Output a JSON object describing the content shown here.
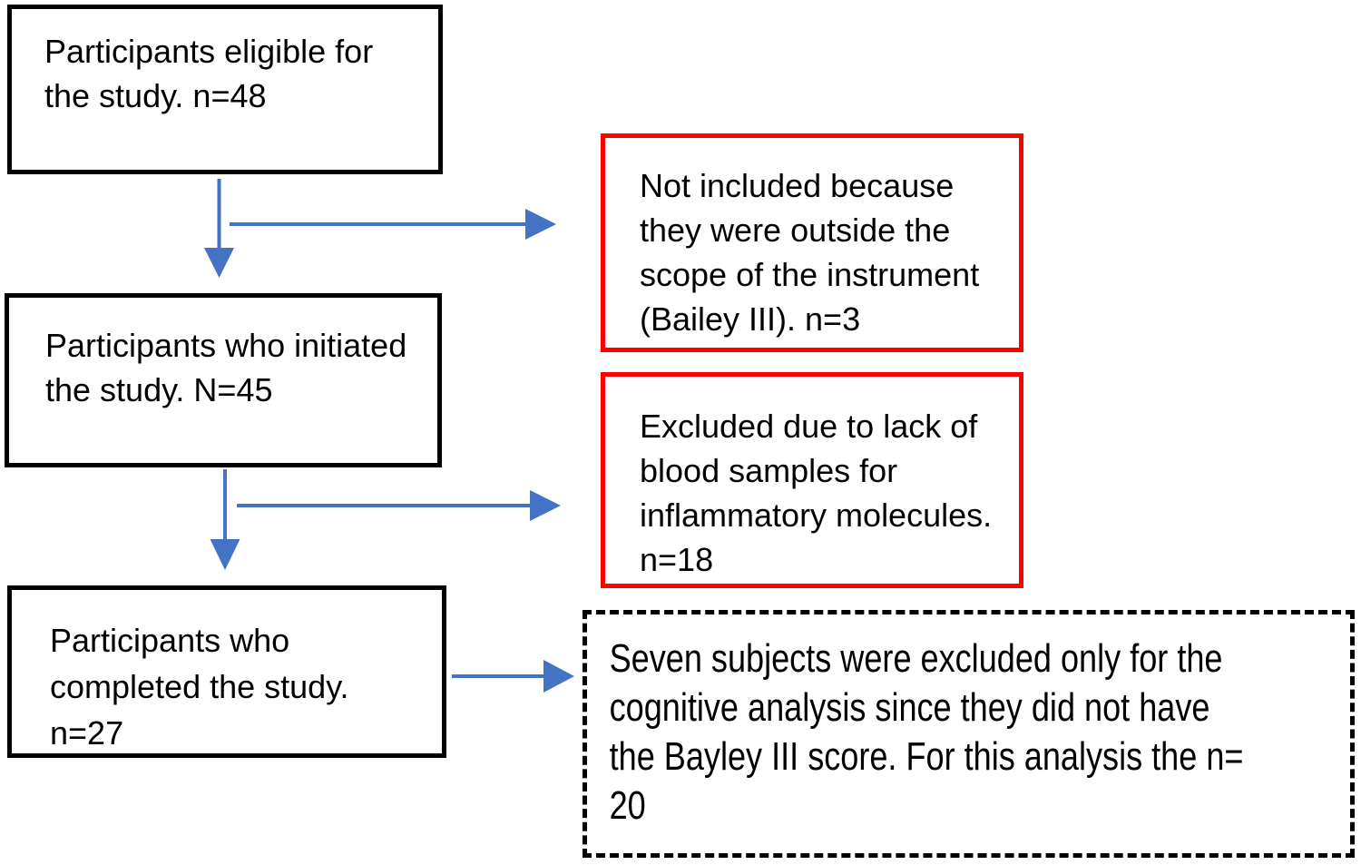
{
  "diagram": {
    "boxes": {
      "eligible": {
        "text": "Participants eligible for\nthe study. n=48"
      },
      "initiated": {
        "text": "Participants who initiated\nthe study. N=45"
      },
      "completed": {
        "text": "Participants who\ncompleted the study.\nn=27"
      },
      "not_included": {
        "text": "Not included because\nthey were outside the\nscope of the instrument\n(Bailey III). n=3"
      },
      "excluded_blood": {
        "text": "Excluded due to lack of\nblood samples for\ninflammatory molecules.\nn=18"
      },
      "cognitive_note": {
        "text": "Seven subjects were excluded only for the\ncognitive analysis since they did not have\nthe Bayley III score. For this analysis the n=\n20"
      }
    },
    "counts": {
      "eligible": 48,
      "initiated": 45,
      "completed": 27,
      "not_included": 3,
      "excluded_blood_samples": 18,
      "cognitive_analysis": 20
    }
  },
  "colors": {
    "arrow_blue": "#4472c4",
    "exclusion_border_red": "#ff0000",
    "box_border_black": "#000000",
    "background": "#ffffff",
    "text": "#000000"
  }
}
